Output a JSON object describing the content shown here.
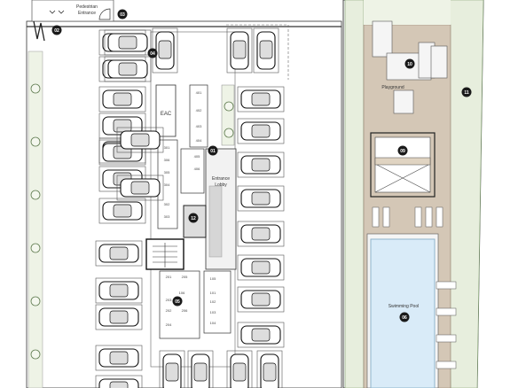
{
  "labels": {
    "pedestrian": "Pedestrian",
    "entrance": "Entrance",
    "eac": "EAC",
    "entrance_lobby_1": "Entrance",
    "entrance_lobby_2": "Lobby",
    "playground": "Playground",
    "swimming_pool": "Swimming Pool"
  },
  "markers": [
    "01",
    "02",
    "03",
    "04",
    "05",
    "06",
    "09",
    "10",
    "11",
    "12"
  ],
  "store_units": [
    "101",
    "102",
    "103",
    "104",
    "105",
    "106",
    "201",
    "202",
    "203",
    "204",
    "205",
    "206",
    "301",
    "302",
    "303",
    "304",
    "305",
    "306",
    "401",
    "402",
    "403",
    "404",
    "405",
    "406"
  ],
  "colors": {
    "marker": "#1a1a1a",
    "line": "#333333",
    "planting_strip": "#e7eedd",
    "deck": "#d4c7b6",
    "pool": "#d9ebf8",
    "pool_edge": "#8fb4cc",
    "paving": "#f5f5f5",
    "building_grey": "#d6d6d6"
  }
}
